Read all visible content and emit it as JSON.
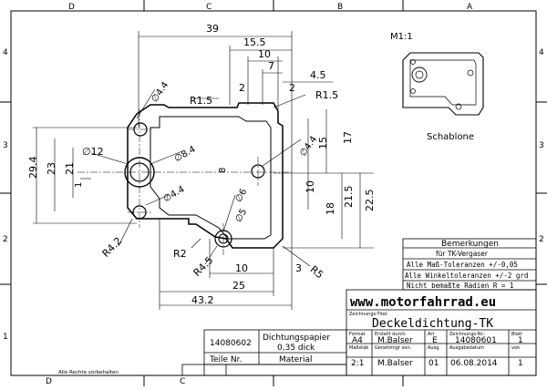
{
  "frame": {
    "col_labels": [
      "D",
      "C",
      "B",
      "A"
    ],
    "row_labels": [
      "4",
      "3",
      "2",
      "1"
    ]
  },
  "scale": "M1:1",
  "template_label": "Schablone",
  "dims": {
    "d39": "39",
    "d15_5": "15.5",
    "d10_top": "10",
    "d7": "7",
    "d4_5": "4.5",
    "d2_left": "2",
    "d2_right": "2",
    "r1_5_left": "R1.5",
    "r1_5_right": "R1.5",
    "dia4_4_top": "∅4.4",
    "dia12": "∅12",
    "dia8_4": "∅8.4",
    "dia4_4_mid": "∅4.4",
    "dia4_4_right": "∅4.4",
    "d29_4": "29.4",
    "d23": "23",
    "d21": "21",
    "d1": "1",
    "d8": "8",
    "d15": "15",
    "d17": "17",
    "d10_right": "10",
    "d18": "18",
    "d21_5": "21.5",
    "d22_5": "22.5",
    "dia6": "∅6",
    "dia5": "∅5",
    "r4_2": "R4.2",
    "r2": "R2",
    "r4_5": "R4.5",
    "d10_bottom": "10",
    "d3": "3",
    "r5": "R5",
    "d25": "25",
    "d43_2": "43.2"
  },
  "remarks": {
    "title": "Bemerkungen",
    "lines": [
      "für TK-Vergaser",
      "Alle Maß-Toleranzen +/-0,05",
      "Alle Winkeltoleranzen +/-2 grd",
      "Nicht bemaßte Radien R = 1"
    ]
  },
  "title_block": {
    "website": "www.motorfahrrad.eu",
    "drawing_title_label": "Zeichnungs-Titel:",
    "drawing_title": "Deckeldichtung-TK",
    "part_number": "14080602",
    "material_line1": "Dichtungspapier",
    "material_line2": "0,35 dick",
    "parts_header": "Teile Nr.",
    "material_header": "Material",
    "format_label": "Format",
    "format_value": "A4",
    "created_by_label": "Erstellt durch:",
    "created_by": "M.Balser",
    "art_label": "Art",
    "art_value": "E",
    "drawing_no_label": "Zeichnungs-Nr.:",
    "drawing_no": "14080601",
    "sheet_label": "Blatt",
    "sheet_value": "1",
    "scale_label": "Maßstab",
    "scale_value": "2:1",
    "approved_label": "Genehmigt von:",
    "approved_by": "M.Balser",
    "issue_label": "Ausg.",
    "issue_value": "01",
    "issue_date_label": "Ausgabedatum",
    "issue_date": "06.08.2014",
    "of_label": "von",
    "of_value": "1"
  },
  "copyright": "Alle Rechte vorbehalten"
}
